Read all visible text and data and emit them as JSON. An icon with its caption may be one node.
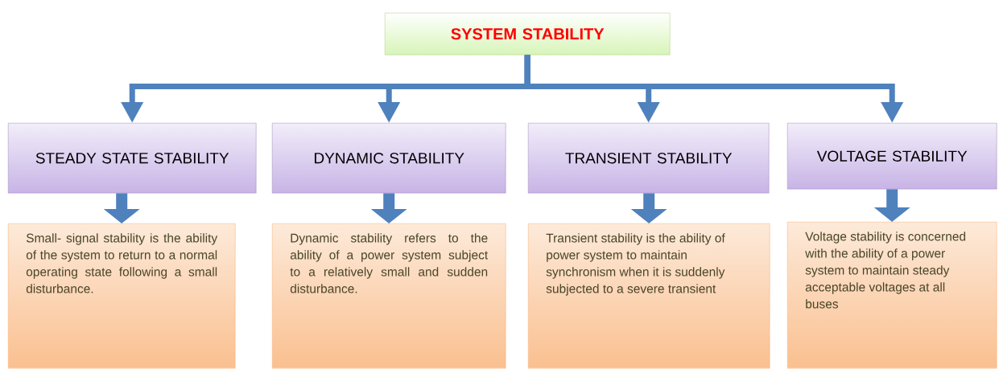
{
  "diagram": {
    "nodes": [
      {
        "text": [
          "SYSTEM STABILITY"
        ]
      },
      {
        "text": [
          "STEADY STATE STABILITY"
        ]
      },
      {
        "text": [
          "DYNAMIC STABILITY"
        ]
      },
      {
        "text": [
          "TRANSIENT STABILITY"
        ]
      },
      {
        "text": [
          "VOLTAGE STABILITY"
        ]
      },
      {
        "text": [
          "Small- signal stability is the ability of the system to return to a normal operating state following a small disturbance."
        ]
      },
      {
        "text": [
          "Dynamic stability refers to the ability of a power system subject to a relatively small and sudden disturbance."
        ]
      },
      {
        "text": [
          "Transient stability is the ability of power system to maintain synchronism when it is suddenly subjected to a severe transient"
        ]
      },
      {
        "text": [
          "Voltage stability is concerned with the ability of a power system to maintain steady acceptable voltages at all buses"
        ]
      }
    ],
    "edges": [
      {
        "from": 0,
        "to": 1,
        "arrow": "to"
      },
      {
        "from": 0,
        "to": 2,
        "arrow": "to"
      },
      {
        "from": 0,
        "to": 3,
        "arrow": "to"
      },
      {
        "from": 0,
        "to": 4,
        "arrow": "to"
      },
      {
        "from": 1,
        "to": 5,
        "arrow": "to",
        "style": "thick"
      },
      {
        "from": 2,
        "to": 6,
        "arrow": "to",
        "style": "thick"
      },
      {
        "from": 3,
        "to": 7,
        "arrow": "to",
        "style": "thick"
      },
      {
        "from": 4,
        "to": 8,
        "arrow": "to",
        "style": "thick"
      }
    ]
  }
}
